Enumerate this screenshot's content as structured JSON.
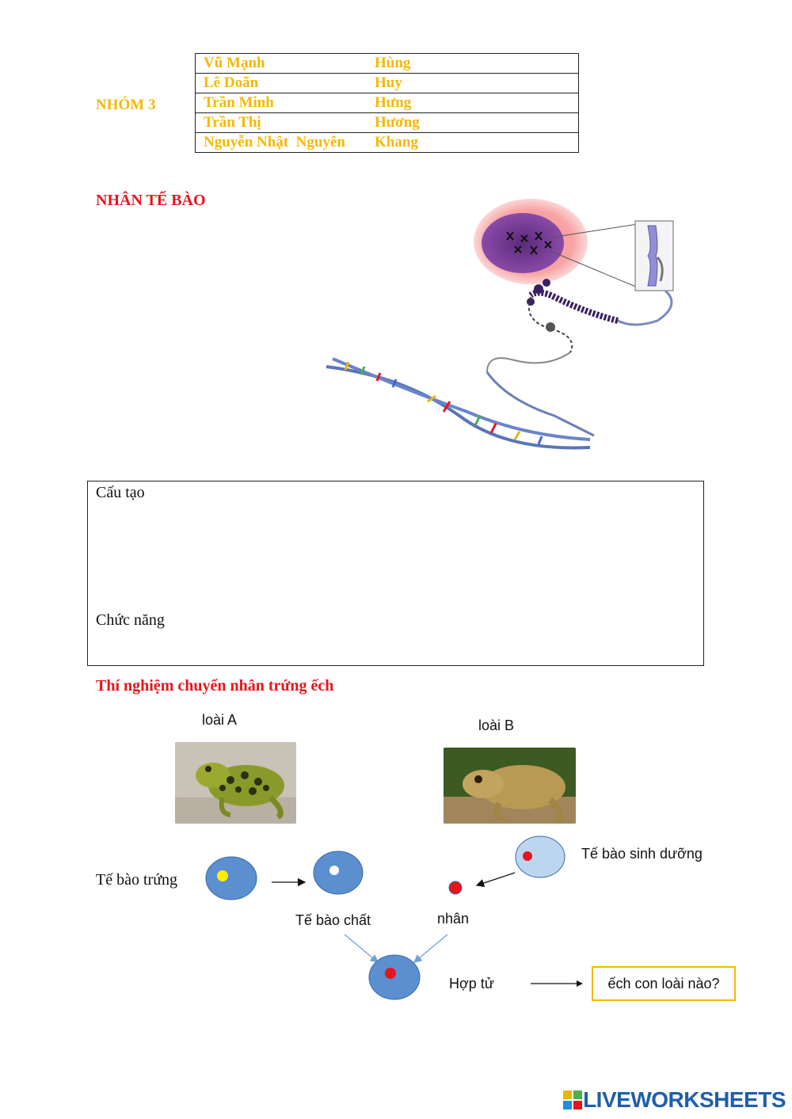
{
  "group": {
    "label": "NHÓM 3",
    "members": [
      {
        "first": "Vũ Mạnh",
        "last": "Hùng"
      },
      {
        "first": "Lê Doãn",
        "last": "Huy"
      },
      {
        "first": "Trần Minh",
        "last": "Hưng"
      },
      {
        "first": "Trần Thị",
        "last": "Hương"
      },
      {
        "first": "Nguyễn Nhật  Nguyên",
        "last": "Khang"
      }
    ]
  },
  "section1": {
    "title": "NHÂN TẾ BÀO",
    "illustration_icon": "cell-nucleus-dna-icon"
  },
  "answer_box": {
    "structure_label": "Cấu tạo",
    "function_label": "Chức năng"
  },
  "experiment": {
    "title": "Thí nghiệm chuyển nhân trứng ếch",
    "species_a": "loài A",
    "species_b": "loài B",
    "egg_cell": "Tế bào trứng",
    "somatic_cell": "Tế bào sinh dưỡng",
    "cytoplasm": "Tế bào chất",
    "nucleus": "nhân",
    "zygote": "Hợp tử",
    "question": "ếch con loài nào?",
    "colors": {
      "cell": "#5b8fd0",
      "cell_light": "#bcd6f0",
      "nucleus_yellow": "#ffee00",
      "nucleus_red": "#e8141c"
    }
  },
  "footer": {
    "logo_text": "LIVEWORKSHEETS",
    "logo_icon": "liveworksheets-logo-icon"
  }
}
